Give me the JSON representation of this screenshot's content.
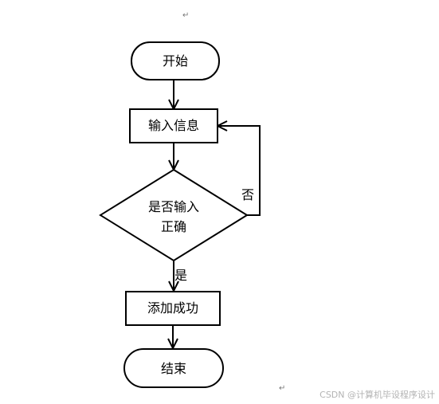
{
  "flowchart": {
    "nodes": {
      "start": {
        "label": "开始",
        "shape": "terminal"
      },
      "input": {
        "label": "输入信息",
        "shape": "process"
      },
      "decision": {
        "label_line1": "是否输入",
        "label_line2": "正确",
        "shape": "decision"
      },
      "success": {
        "label": "添加成功",
        "shape": "process"
      },
      "end": {
        "label": "结束",
        "shape": "terminal"
      }
    },
    "edges": {
      "no_label": "否",
      "yes_label": "是"
    }
  },
  "marks": {
    "paragraph_mark": "↵"
  },
  "watermark": {
    "text": "CSDN @计算机毕设程序设计"
  },
  "colors": {
    "stroke": "#000000",
    "background": "#ffffff",
    "watermark": "#b3b3b3"
  }
}
